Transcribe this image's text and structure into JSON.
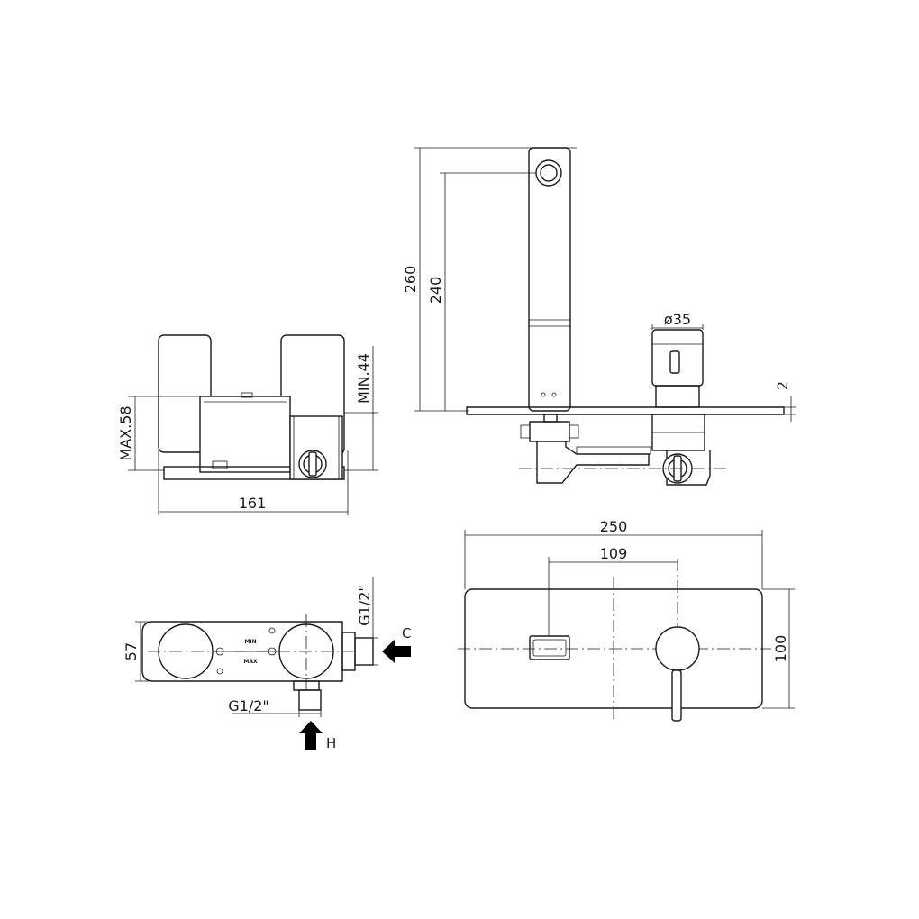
{
  "front_view": {
    "width_label": "161",
    "max_depth_label": "MAX.58",
    "min_depth_label": "MIN.44"
  },
  "side_view": {
    "height_total_label": "260",
    "height_outlet_label": "240",
    "diameter_label": "ø35",
    "plate_label": "2"
  },
  "top_view": {
    "depth_label": "57",
    "cold_thread_label": "G1/2\"",
    "hot_thread_label": "G1/2\"",
    "cold_label": "C",
    "hot_label": "H",
    "body_min_label": "MIN",
    "body_max_label": "MAX"
  },
  "plate_view": {
    "width_label": "250",
    "spacing_label": "109",
    "height_label": "100"
  }
}
